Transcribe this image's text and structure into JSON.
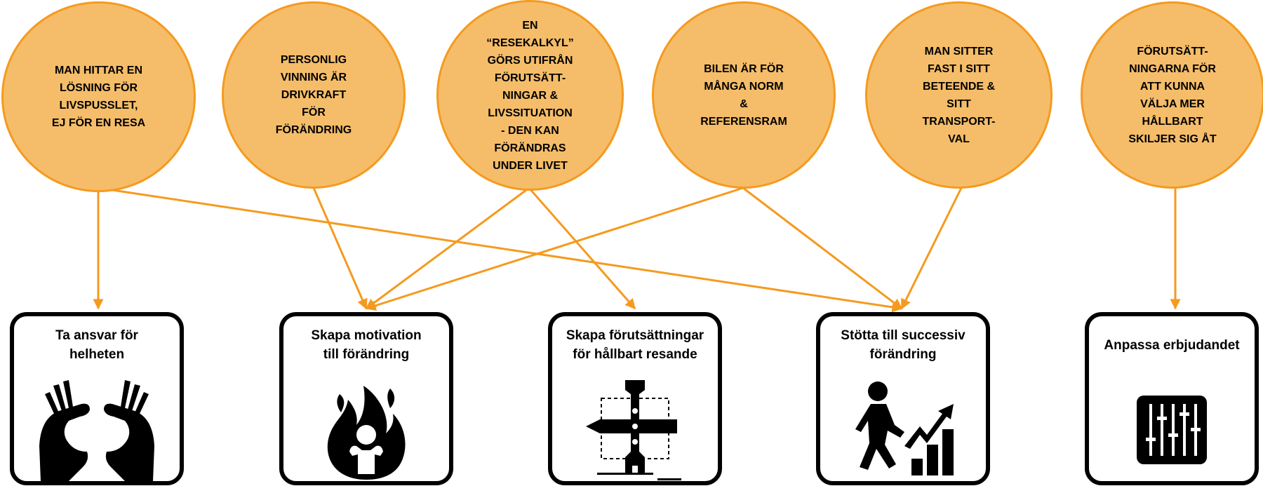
{
  "colors": {
    "circle_fill": "#f5bd69",
    "circle_border": "#f59a1f",
    "arrow": "#f59a1f",
    "card_border": "#000000"
  },
  "circles": [
    {
      "text": "MAN HITTAR EN\nLÖSNING FÖR\nLIVSPUSSLET,\nEJ FÖR EN RESA"
    },
    {
      "text": "PERSONLIG\nVINNING ÄR\nDRIVKRAFT\nFÖR\nFÖRÄNDRING"
    },
    {
      "text": "EN\n“RESEKALKYL”\nGÖRS UTIFRÅN\nFÖRUTSÄTT-\nNINGAR &\nLIVSSITUATION\n- DEN KAN\nFÖRÄNDRAS\nUNDER LIVET"
    },
    {
      "text": "BILEN ÄR FÖR\nMÅNGA NORM\n&\nREFERENSRAM"
    },
    {
      "text": "MAN SITTER\nFAST I SITT\nBETEENDE &\nSITT\nTRANSPORT-\nVAL"
    },
    {
      "text": "FÖRUTSÄTT-\nNINGARNA FÖR\nATT KUNNA\nVÄLJA MER\nHÅLLBART\nSKILJER SIG ÅT"
    }
  ],
  "cards": [
    {
      "title": "Ta ansvar för\nhelheten",
      "icon": "hands-holding-icon"
    },
    {
      "title": "Skapa motivation\ntill förändring",
      "icon": "flame-person-icon"
    },
    {
      "title": "Skapa förutsättningar\nför hållbart resande",
      "icon": "wrench-pencil-icon"
    },
    {
      "title": "Stötta till successiv\nförändring",
      "icon": "person-growth-chart-icon"
    },
    {
      "title": "Anpassa erbjudandet",
      "icon": "sliders-icon"
    }
  ]
}
